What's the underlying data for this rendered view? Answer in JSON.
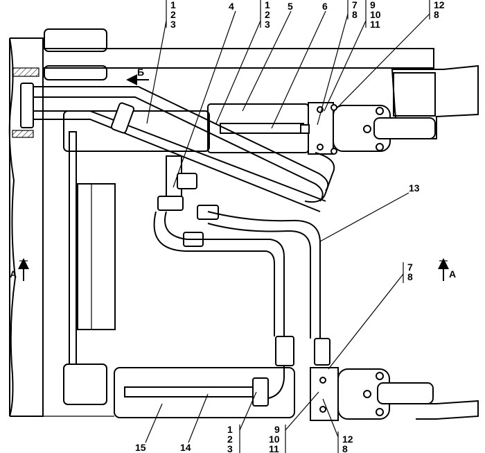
{
  "labels": {
    "top_1_2_3_a": [
      "1",
      "2",
      "3"
    ],
    "top_4": "4",
    "top_1_2_3_b": [
      "1",
      "2",
      "3"
    ],
    "top_5": "5",
    "top_6": "6",
    "top_7_8": [
      "7",
      "8"
    ],
    "top_9_10_11": [
      "9",
      "10",
      "11"
    ],
    "top_12_8": [
      "12",
      "8"
    ],
    "label_13": "13",
    "mid_7_8": [
      "7",
      "8"
    ],
    "bottom_15": "15",
    "bottom_14": "14",
    "bottom_1_2_3": [
      "1",
      "2",
      "3"
    ],
    "bottom_9_10_11": [
      "9",
      "10",
      "11"
    ],
    "bottom_12_8": [
      "12",
      "8"
    ]
  },
  "view_markers": {
    "b_view": "Б",
    "a_left": "А",
    "a_right": "А"
  }
}
